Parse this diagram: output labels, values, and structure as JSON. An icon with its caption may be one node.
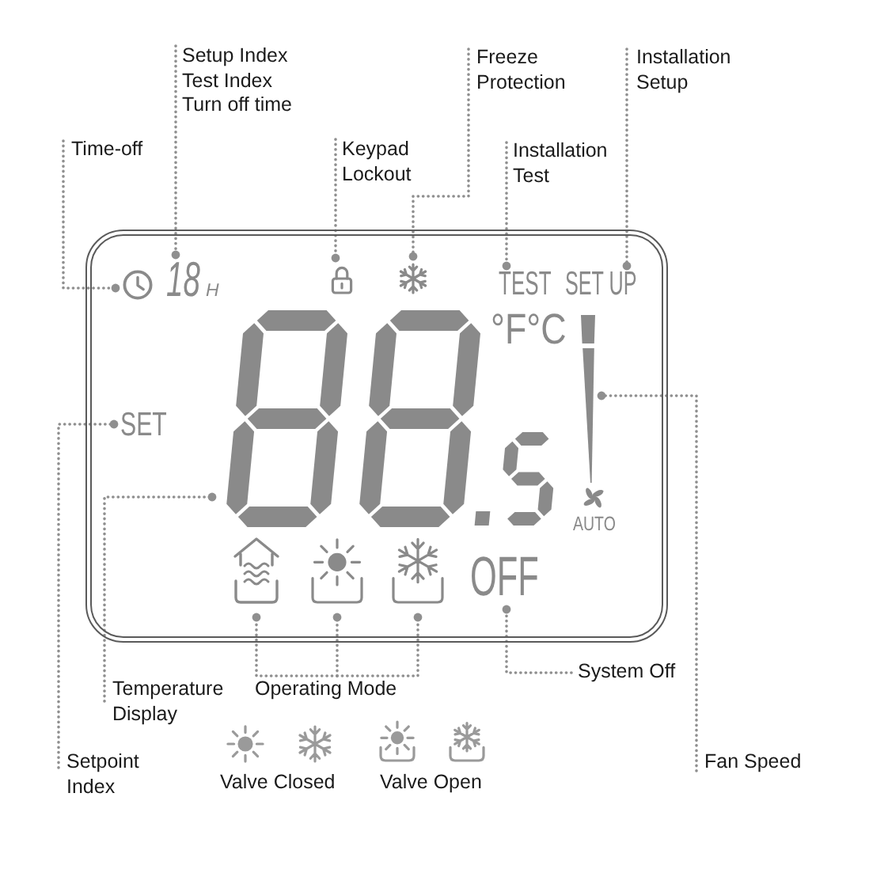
{
  "diagram": {
    "nodes": [
      {
        "text": [
          "Setup Index Test Index Turn off time"
        ]
      },
      {
        "text": [
          "Freeze Protection"
        ]
      },
      {
        "text": [
          "Installation Setup"
        ]
      },
      {
        "text": [
          "Time-off"
        ]
      },
      {
        "text": [
          "Keypad Lockout"
        ]
      },
      {
        "text": [
          "Installation Test"
        ]
      },
      {
        "text": [],
        "shape": "box"
      },
      {
        "text": [],
        "shape": "picture",
        "in": 6
      },
      {
        "text": [
          "18",
          "H"
        ],
        "in": 6
      },
      {
        "text": [],
        "shape": "picture",
        "in": 6
      },
      {
        "text": [],
        "shape": "picture",
        "in": 6
      },
      {
        "text": [
          "TEST"
        ],
        "in": 6
      },
      {
        "text": [
          "SET UP"
        ],
        "in": 6
      },
      {
        "text": [
          "SET"
        ],
        "in": 6
      },
      {
        "text": [],
        "shape": "picture",
        "in": 6
      },
      {
        "text": [],
        "shape": "bar",
        "in": 6
      },
      {
        "text": [],
        "shape": "picture",
        "in": 6
      },
      {
        "text": [],
        "shape": "picture",
        "in": 6
      },
      {
        "text": [],
        "shape": "picture",
        "in": 6
      },
      {
        "text": [
          "OFF"
        ],
        "in": 6
      },
      {
        "text": [
          "System Off"
        ]
      },
      {
        "text": [
          "Temperature Display"
        ]
      },
      {
        "text": [
          "Operating Mode"
        ]
      },
      {
        "text": [
          "Setpoint Index"
        ]
      },
      {
        "text": [
          "Fan Speed"
        ]
      }
    ],
    "edges": [
      {
        "from": 0,
        "to": 8,
        "arrow": "other"
      },
      {
        "from": 1,
        "to": 10,
        "arrow": "other"
      },
      {
        "from": 2,
        "to": 12,
        "arrow": "other"
      },
      {
        "from": 3,
        "to": 7,
        "arrow": "other"
      },
      {
        "from": 4,
        "to": 9,
        "arrow": "other"
      },
      {
        "from": 5,
        "to": 11,
        "arrow": "other"
      },
      {
        "from": 20,
        "to": 19,
        "arrow": "other"
      },
      {
        "from": 21,
        "to": 14,
        "arrow": "other"
      },
      {
        "from": 22,
        "to": 16,
        "arrow": "other"
      },
      {
        "from": 22,
        "to": 17,
        "arrow": "other"
      },
      {
        "from": 22,
        "to": 18,
        "arrow": "other"
      },
      {
        "from": 23,
        "to": 13,
        "arrow": "other"
      },
      {
        "from": 24,
        "to": 15,
        "arrow": "other"
      }
    ],
    "labels": [
      "°F°C",
      "AUTO"
    ],
    "legend": [
      {
        "text": "Valve Closed"
      },
      {
        "text": "Valve Open"
      }
    ]
  }
}
